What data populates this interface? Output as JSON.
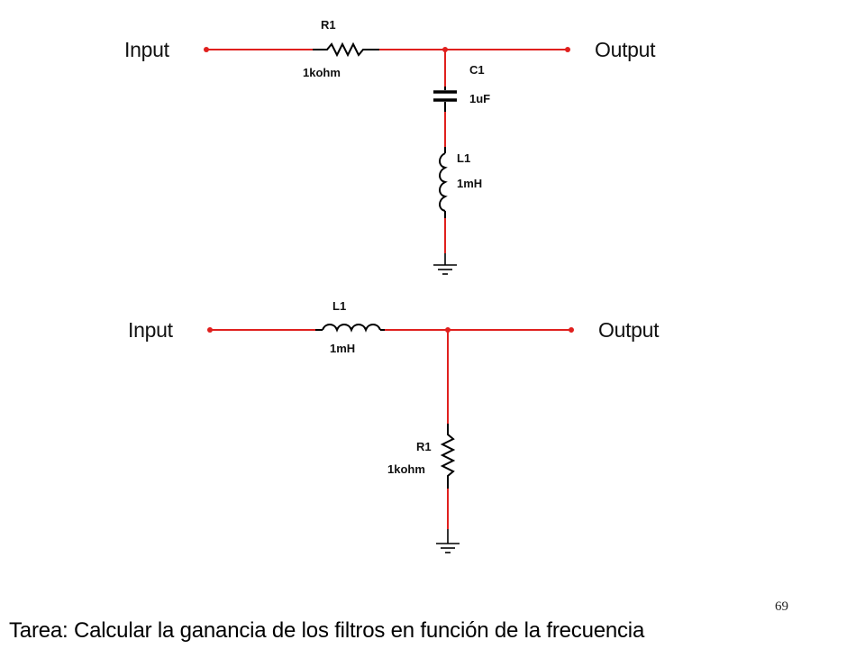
{
  "circuit_top": {
    "input_label": "Input",
    "output_label": "Output",
    "r1": {
      "ref": "R1",
      "value": "1kohm"
    },
    "c1": {
      "ref": "C1",
      "value": "1uF"
    },
    "l1": {
      "ref": "L1",
      "value": "1mH"
    }
  },
  "circuit_bottom": {
    "input_label": "Input",
    "output_label": "Output",
    "l1": {
      "ref": "L1",
      "value": "1mH"
    },
    "r1": {
      "ref": "R1",
      "value": "1kohm"
    }
  },
  "page_number": "69",
  "task_text": "Tarea:  Calcular la ganancia de los filtros en función de la frecuencia",
  "colors": {
    "wire": "#e0201e",
    "component": "#000000",
    "text": "#111111"
  }
}
